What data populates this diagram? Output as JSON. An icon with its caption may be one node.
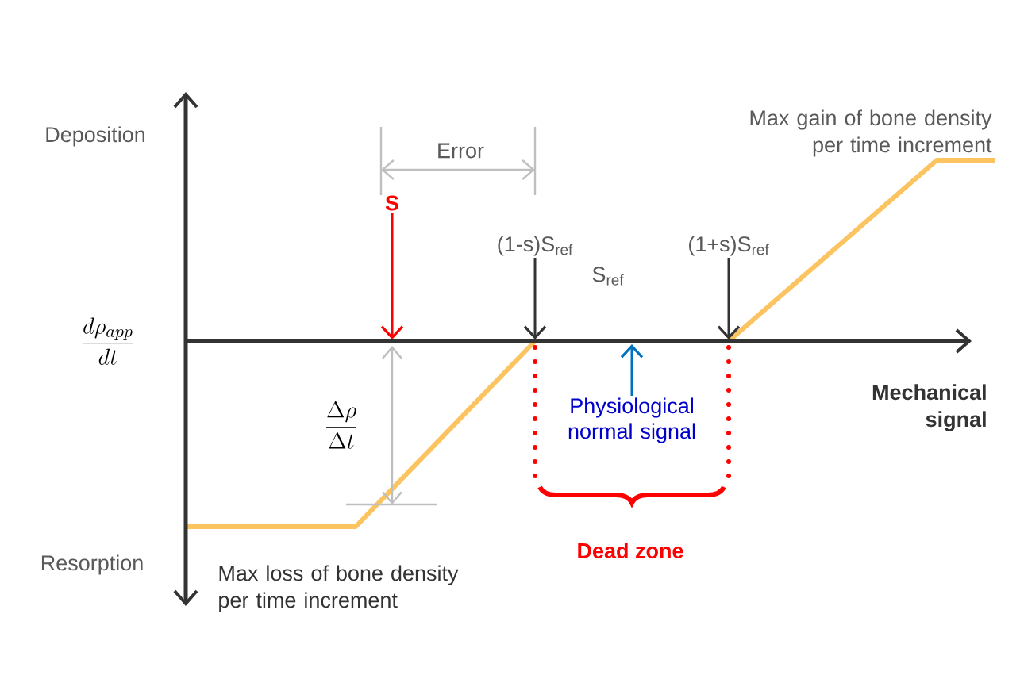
{
  "diagram": {
    "nodes": [
      {
        "text": [
          "S"
        ]
      },
      {
        "text": [
          "(1-s)S$_{ref}$"
        ]
      },
      {
        "text": [
          "(1+s)S$_{ref}$"
        ]
      },
      {
        "text": [
          "Physiological normal signal"
        ]
      }
    ],
    "edges": [
      {
        "from": 0,
        "to": null,
        "arrow": "to",
        "color": "#ff0000"
      },
      {
        "from": 1,
        "to": null,
        "arrow": "to"
      },
      {
        "from": 2,
        "to": null,
        "arrow": "to"
      },
      {
        "from": 3,
        "to": null,
        "arrow": "to",
        "color": "#0070c0"
      }
    ],
    "labels": [
      "Deposition",
      "Error",
      "Max gain of bone density per time increment",
      "\\frac{d\\rho_{app}}{dt}",
      "S$_{ref}$",
      "Mechanical signal",
      "\\frac{\\Delta\\rho}{\\Delta t}",
      "Resorption",
      "Max loss of bone density per time increment",
      "Dead zone"
    ]
  }
}
